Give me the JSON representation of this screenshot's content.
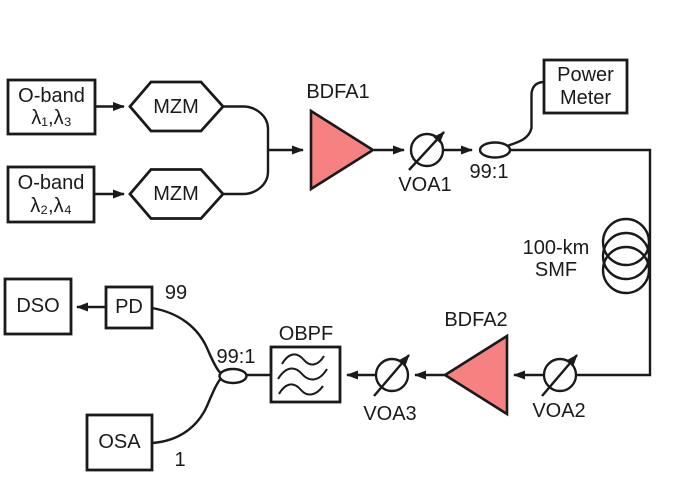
{
  "figure": {
    "type": "optical-system-block-diagram",
    "colors": {
      "background": "#ffffff",
      "line": "#1a1a1a",
      "amplifier_fill": "#f58181",
      "box_fill": "#ffffff"
    },
    "blocks": {
      "oband1": {
        "title": "O-band",
        "wavelengths": "λ₁,λ₃"
      },
      "oband2": {
        "title": "O-band",
        "wavelengths": "λ₂,λ₄"
      },
      "mzm1": {
        "label": "MZM"
      },
      "mzm2": {
        "label": "MZM"
      },
      "bdfa1": {
        "label": "BDFA1"
      },
      "voa1": {
        "label": "VOA1"
      },
      "coupler_top": {
        "label": "99:1"
      },
      "power_meter": {
        "line1": "Power",
        "line2": "Meter"
      },
      "smf": {
        "line1": "100-km",
        "line2": "SMF"
      },
      "voa2": {
        "label": "VOA2"
      },
      "bdfa2": {
        "label": "BDFA2"
      },
      "voa3": {
        "label": "VOA3"
      },
      "obpf": {
        "label": "OBPF"
      },
      "coupler_bottom": {
        "label": "99:1"
      },
      "port_99": {
        "label": "99"
      },
      "port_1": {
        "label": "1"
      },
      "pd": {
        "label": "PD"
      },
      "dso": {
        "label": "DSO"
      },
      "osa": {
        "label": "OSA"
      }
    }
  }
}
